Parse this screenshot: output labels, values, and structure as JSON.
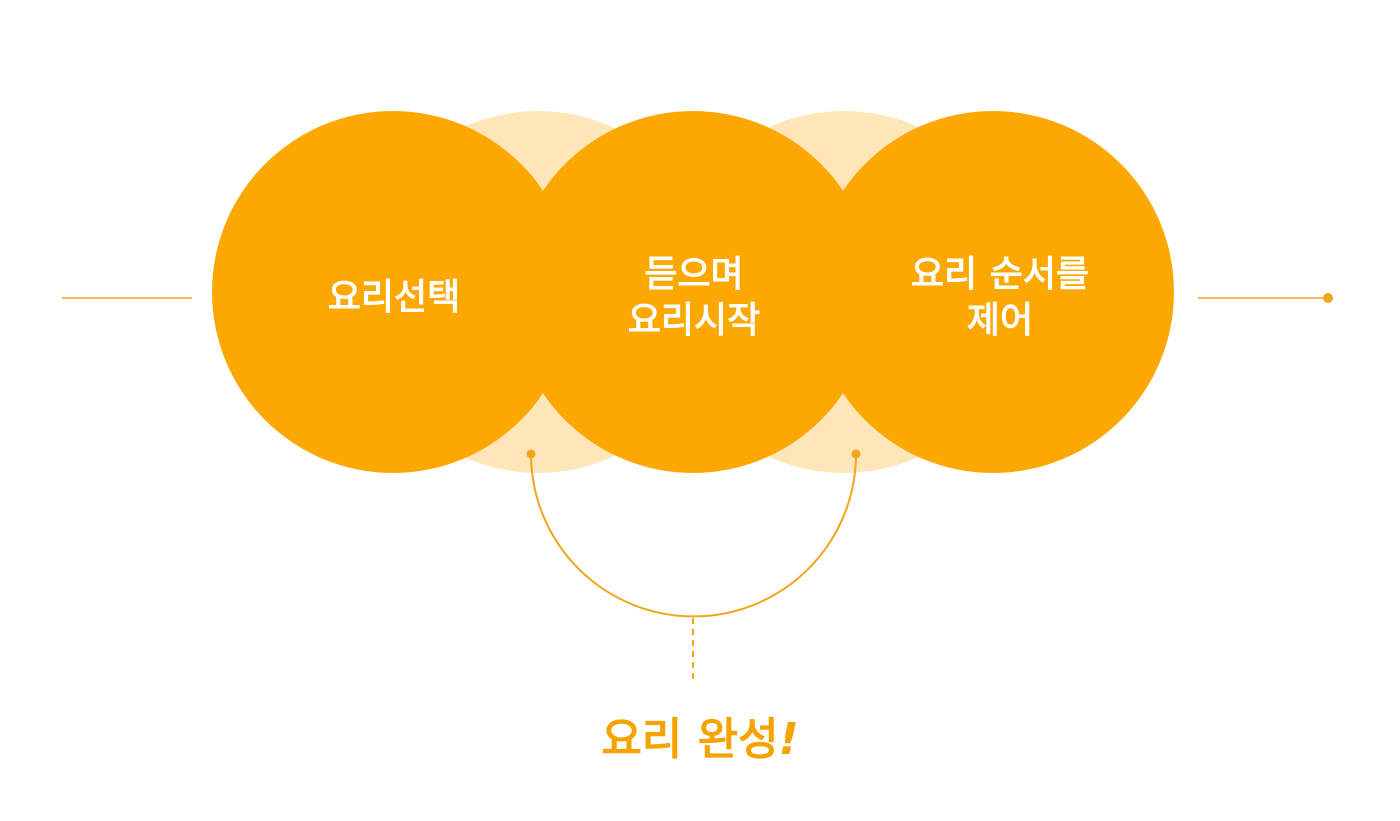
{
  "colors": {
    "primary": "#FCA800",
    "light": "#FEE6B8",
    "line": "#F2A51C",
    "label_text": "#FFFFFF",
    "result_text": "#F5A300"
  },
  "steps": [
    {
      "label": "요리선택"
    },
    {
      "label": "듣으며\n요리시작"
    },
    {
      "label": "요리 순서를\n제어"
    }
  ],
  "result": {
    "label": "요리 완성",
    "mark": "!"
  }
}
